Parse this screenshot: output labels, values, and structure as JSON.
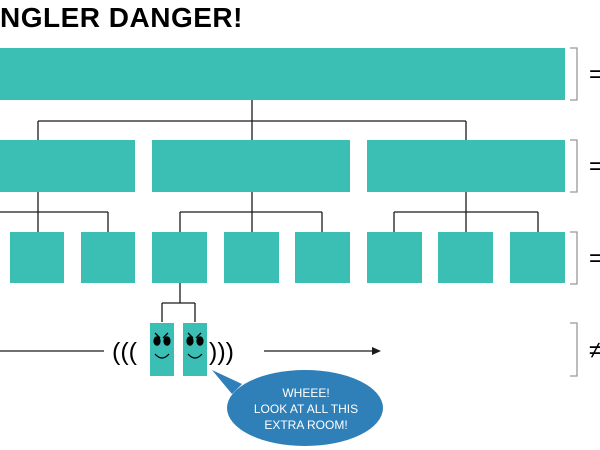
{
  "title": "NGLER DANGER!",
  "colors": {
    "box": "#3bbfb4",
    "callout": "#2f7fb8",
    "line": "#1a1a1a",
    "bracket": "#999999",
    "text": "#000000"
  },
  "row_symbols": [
    "=",
    "=",
    "=",
    "≠"
  ],
  "marks": {
    "left_waves": "(((",
    "right_waves": ")))"
  },
  "callout": {
    "line1": "WHEEE!",
    "line2": "LOOK AT ALL THIS",
    "line3": "EXTRA ROOM!"
  }
}
